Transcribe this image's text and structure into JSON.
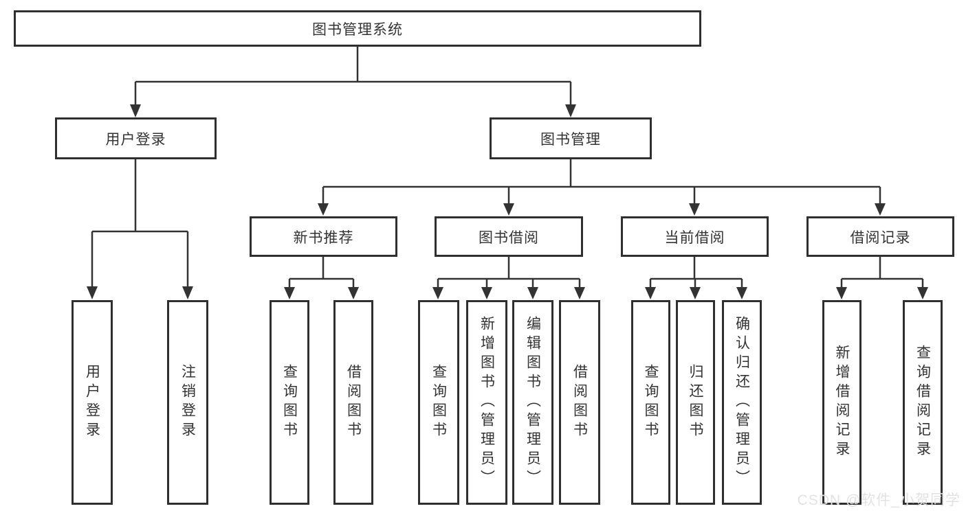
{
  "colors": {
    "line": "#333333",
    "box_border": "#2f2f2f",
    "text": "#333333",
    "background": "#ffffff",
    "watermark": "#e0e0e0"
  },
  "diagram": {
    "title": "图书管理系统",
    "branches": [
      {
        "label": "用户登录",
        "children": [
          {
            "label": "用户登录"
          },
          {
            "label": "注销登录"
          }
        ]
      },
      {
        "label": "图书管理",
        "children": [
          {
            "label": "新书推荐",
            "children": [
              {
                "label": "查询图书"
              },
              {
                "label": "借阅图书"
              }
            ]
          },
          {
            "label": "图书借阅",
            "children": [
              {
                "label": "查询图书"
              },
              {
                "label": "新增图书（管理员）"
              },
              {
                "label": "编辑图书（管理员）"
              },
              {
                "label": "借阅图书"
              }
            ]
          },
          {
            "label": "当前借阅",
            "children": [
              {
                "label": "查询图书"
              },
              {
                "label": "归还图书"
              },
              {
                "label": "确认归还（管理员）"
              }
            ]
          },
          {
            "label": "借阅记录",
            "children": [
              {
                "label": "新增借阅记录"
              },
              {
                "label": "查询借阅记录"
              }
            ]
          }
        ]
      }
    ]
  },
  "watermark": {
    "text": "CSDN @软件_小贺同学"
  }
}
